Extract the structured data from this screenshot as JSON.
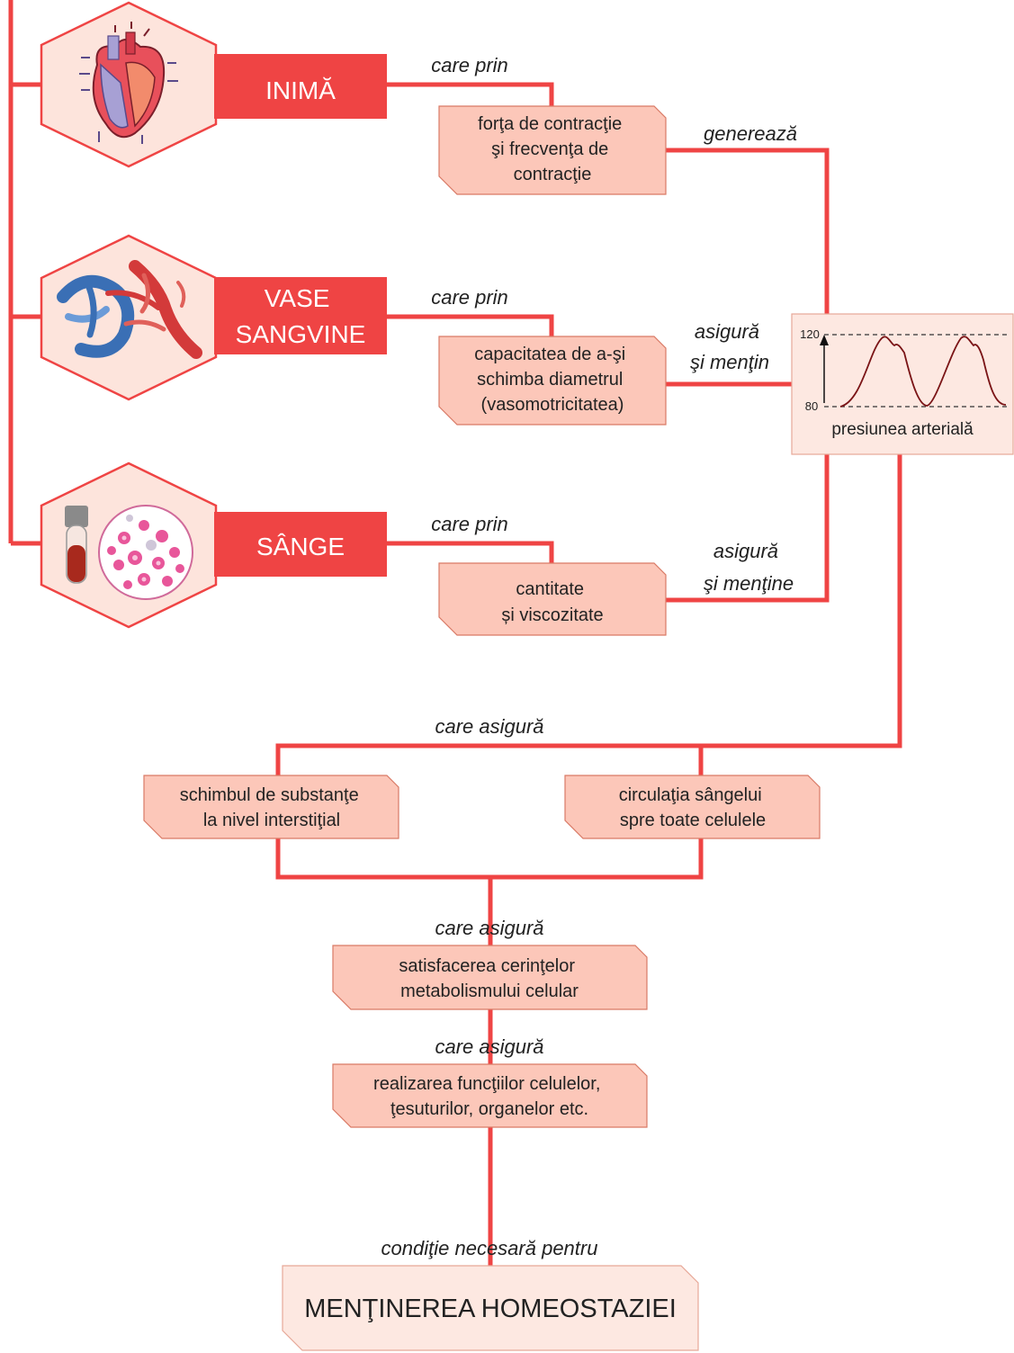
{
  "organs": [
    {
      "label_lines": [
        "INIMĂ"
      ],
      "link_label": "care prin",
      "property_lines": [
        "forţa de contracţie",
        "şi frecvenţa de",
        "contracţie"
      ],
      "effect_lines": [
        "generează"
      ],
      "icon": "heart-icon"
    },
    {
      "label_lines": [
        "VASE",
        "SANGVINE"
      ],
      "link_label": "care prin",
      "property_lines": [
        "capacitatea de a-şi",
        "schimba diametrul",
        "(vasomotricitatea)"
      ],
      "effect_lines": [
        "asigură",
        "şi menţin"
      ],
      "icon": "blood-vessels-icon"
    },
    {
      "label_lines": [
        "SÂNGE"
      ],
      "link_label": "care prin",
      "property_lines": [
        "cantitate",
        "și viscozitate"
      ],
      "effect_lines": [
        "asigură",
        "şi menţine"
      ],
      "icon": "blood-cells-icon"
    }
  ],
  "pressure": {
    "label": "presiunea arterială",
    "tick_high": "120",
    "tick_low": "80"
  },
  "flow": {
    "label_1": "care asigură",
    "left_box": [
      "schimbul de substanţe",
      "la nivel interstiţial"
    ],
    "right_box": [
      "circulaţia sângelui",
      "spre toate celulele"
    ],
    "label_2": "care asigură",
    "box_3": [
      "satisfacerea cerinţelor",
      "metabolismului celular"
    ],
    "label_3": "care asigură",
    "box_4": [
      "realizarea funcţiilor celulelor,",
      "ţesuturilor, organelor etc."
    ],
    "label_4": "condiţie necesară pentru",
    "final": "MENŢINEREA HOMEOSTAZIEI"
  },
  "colors": {
    "accent": "#ef4444",
    "box_fill": "#fcc7b9",
    "hex_fill": "#fde4dc",
    "panel_fill": "#fde8e1",
    "text": "#222222"
  }
}
